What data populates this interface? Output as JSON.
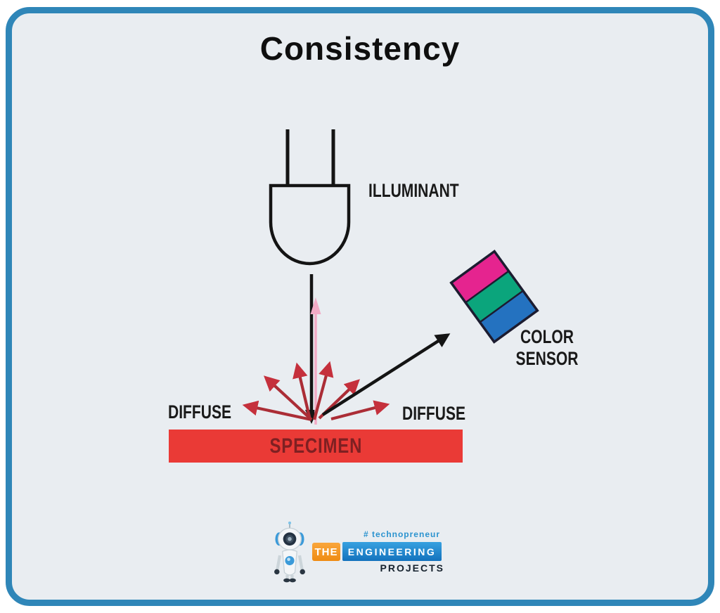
{
  "page": {
    "title": "Consistency"
  },
  "diagram": {
    "labels": {
      "illuminant": "ILLUMINANT",
      "color_sensor_line1": "COLOR",
      "color_sensor_line2": "SENSOR",
      "diffuse_left": "DIFFUSE",
      "diffuse_right": "DIFFUSE",
      "specimen": "SPECIMEN"
    },
    "icons": {
      "illuminant_bulb": "light-bulb-illuminant",
      "color_sensor_chip": "tilted-three-band-color-sensor",
      "incident_ray": "black-downward-arrow",
      "specular_ray": "black-diagonal-arrow-to-sensor",
      "diffuse_rays": "six-red-scatter-arrows",
      "vertical_reflection": "pink-upward-arrow"
    },
    "colors": {
      "frame_border": "#2f86b8",
      "canvas_bg": "#e9edf1",
      "outer_margin": "#ffffff",
      "ray_black": "#141414",
      "arrow_red_shaft": "#ab2d36",
      "arrow_red_head": "#c5303c",
      "arrow_pink": "#f2abc6",
      "specimen_red": "#ea3a36",
      "specimen_text": "#7e2022",
      "sensor_pink": "#e5248f",
      "sensor_green": "#0ba57c",
      "sensor_blue": "#2472c0",
      "sensor_outline": "#1c1c30"
    }
  },
  "logo": {
    "hashtag": "# technopreneur",
    "the": "THE",
    "engineering": "ENGINEERING",
    "projects": "PROJECTS",
    "icons": {
      "mascot": "robot-mascot"
    },
    "colors": {
      "orange_box": "#f6921e",
      "blue_box": "#2586cf",
      "hashtag_blue": "#2b93cf",
      "projects_dark": "#16222e",
      "robot_blue": "#3b9ad9"
    }
  }
}
